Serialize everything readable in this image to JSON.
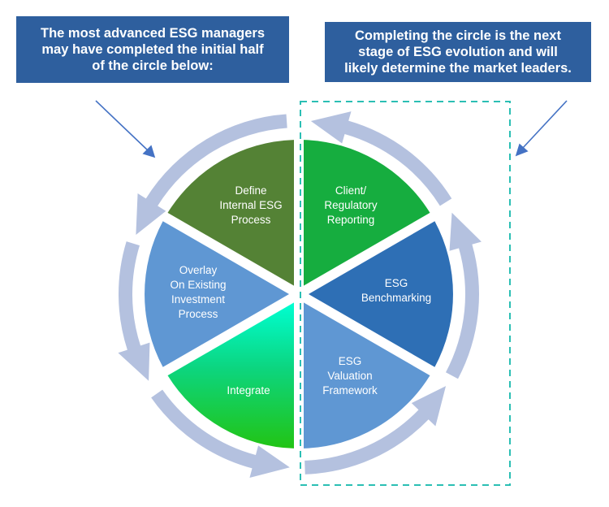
{
  "callouts": {
    "left": {
      "lines": [
        "The most advanced ESG managers",
        "may have completed the initial half",
        "of the circle below:"
      ]
    },
    "right": {
      "lines": [
        "Completing the circle is the next",
        "stage of ESG evolution and will",
        "likely determine the market leaders."
      ]
    }
  },
  "segments": [
    {
      "id": "define",
      "lines": [
        "Define",
        "Internal ESG",
        "Process"
      ],
      "color": "#548235"
    },
    {
      "id": "client",
      "lines": [
        "Client/",
        "Regulatory",
        "Reporting"
      ],
      "color": "#16ad3f"
    },
    {
      "id": "benchmarking",
      "lines": [
        "ESG",
        "Benchmarking"
      ],
      "color": "#2e6fb5"
    },
    {
      "id": "valuation",
      "lines": [
        "ESG",
        "Valuation",
        "Framework"
      ],
      "color": "#5f97d3"
    },
    {
      "id": "integrate",
      "lines": [
        "Integrate"
      ],
      "color": "#19c25a"
    },
    {
      "id": "overlay",
      "lines": [
        "Overlay",
        "On Existing",
        "Investment",
        "Process"
      ],
      "color": "#5f97d3"
    }
  ],
  "colors": {
    "callout_bg": "#2e5f9e",
    "ring_arrow": "#b4c1df",
    "pointer": "#4472c4",
    "dashed_box": "#2bbfb4",
    "integrate_gradient": [
      "#00ffd2",
      "#0cd57f",
      "#22c414"
    ]
  }
}
